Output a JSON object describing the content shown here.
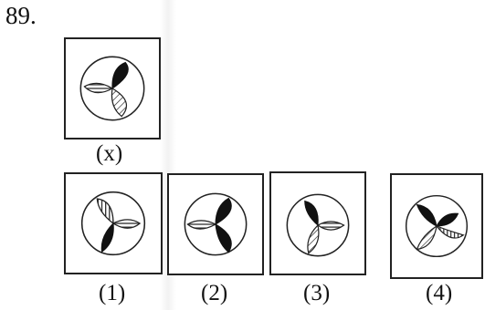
{
  "question": {
    "number": "89."
  },
  "problem_figure": {
    "label": "(x)"
  },
  "answer_options": [
    {
      "label": "(1)"
    },
    {
      "label": "(2)"
    },
    {
      "label": "(3)"
    },
    {
      "label": "(4)"
    }
  ]
}
